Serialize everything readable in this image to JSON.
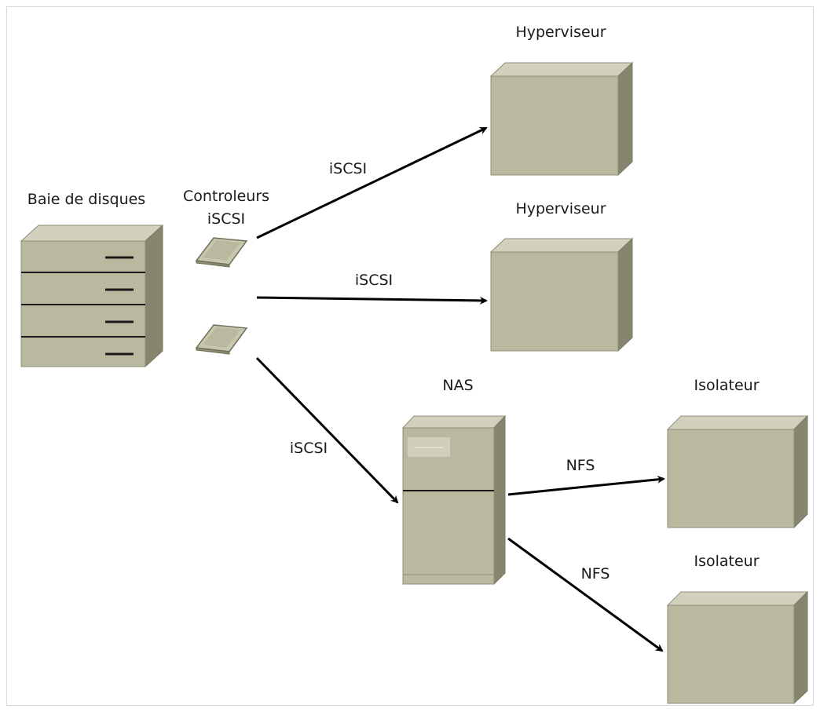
{
  "diagram": {
    "colors": {
      "box_front": "#b9b9a0",
      "box_top": "#d1d1bd",
      "box_side": "#86866e",
      "box_stroke": "#8f8f78",
      "arrow": "#000000"
    },
    "nodes": {
      "storage_array": {
        "label": "Baie de disques"
      },
      "controllers": {
        "label_line1": "Controleurs",
        "label_line2": "iSCSI"
      },
      "hypervisor_1": {
        "label": "Hyperviseur"
      },
      "hypervisor_2": {
        "label": "Hyperviseur"
      },
      "nas": {
        "label": "NAS"
      },
      "isolator_1": {
        "label": "Isolateur"
      },
      "isolator_2": {
        "label": "Isolateur"
      }
    },
    "edges": {
      "iscsi_to_hypervisor_1": {
        "label": "iSCSI"
      },
      "iscsi_to_hypervisor_2": {
        "label": "iSCSI"
      },
      "iscsi_to_nas": {
        "label": "iSCSI"
      },
      "nfs_to_isolator_1": {
        "label": "NFS"
      },
      "nfs_to_isolator_2": {
        "label": "NFS"
      }
    }
  }
}
